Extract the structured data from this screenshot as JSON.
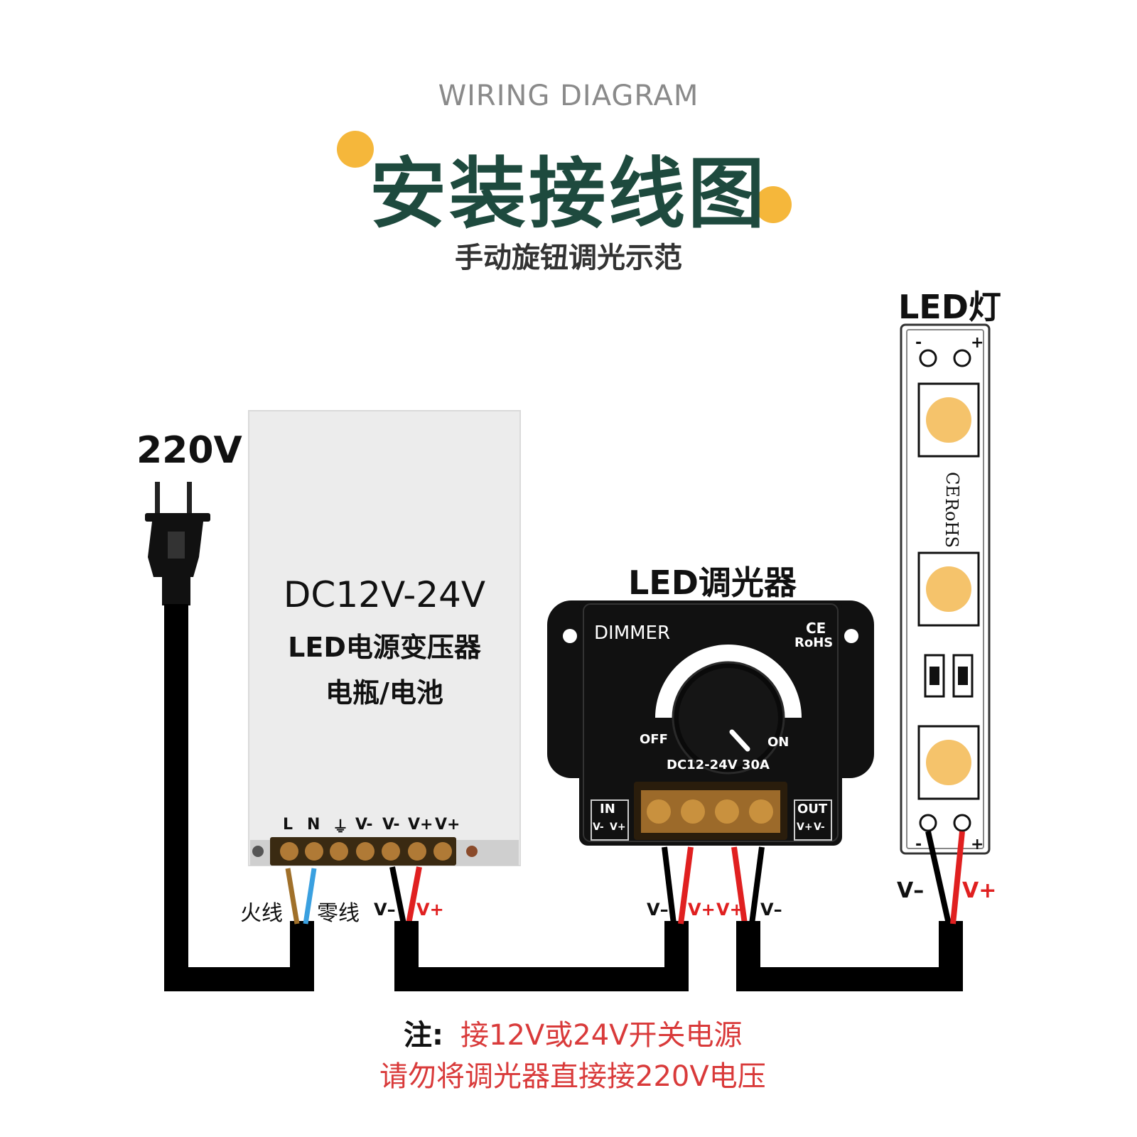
{
  "header": {
    "wiring_label": "WIRING DIAGRAM",
    "title": "安装接线图",
    "subtitle": "手动旋钮调光示范"
  },
  "colors": {
    "title_green": "#1e4a3e",
    "accent_yellow": "#f5b73b",
    "wire_red": "#e02020",
    "wire_brown": "#a0702a",
    "wire_blue": "#3aa0e0",
    "note_red": "#d93a3a"
  },
  "mains": {
    "voltage_label": "220V",
    "live_label": "火线",
    "neutral_label": "零线"
  },
  "power_supply": {
    "line1": "DC12V-24V",
    "line2": "LED电源变压器",
    "line3": "电瓶/电池",
    "terminals": [
      "L",
      "N",
      "⏚",
      "V-",
      "V-",
      "V+",
      "V+"
    ],
    "out_neg": "V–",
    "out_pos": "V+"
  },
  "dimmer": {
    "title": "LED调光器",
    "brand": "DIMMER",
    "cert_ce": "CE",
    "cert_rohs": "RoHS",
    "off_label": "OFF",
    "on_label": "ON",
    "rating": "DC12-24V  30A",
    "in_label": "IN",
    "out_label": "OUT",
    "in_terms": [
      "V-",
      "V+"
    ],
    "out_terms": [
      "V+",
      "V-"
    ],
    "wire_in_neg": "V–",
    "wire_in_pos": "V+",
    "wire_out_pos": "V+",
    "wire_out_neg": "V–"
  },
  "led_strip": {
    "title": "LED灯",
    "print_ce": "CE",
    "print_rohs": "RoHS",
    "top_neg": "-",
    "top_pos": "+",
    "bottom_neg": "-",
    "bottom_pos": "+",
    "wire_neg": "V–",
    "wire_pos": "V+"
  },
  "notes": {
    "prefix": "注:",
    "line1": "接12V或24V开关电源",
    "line2": "请勿将调光器直接接220V电压"
  }
}
